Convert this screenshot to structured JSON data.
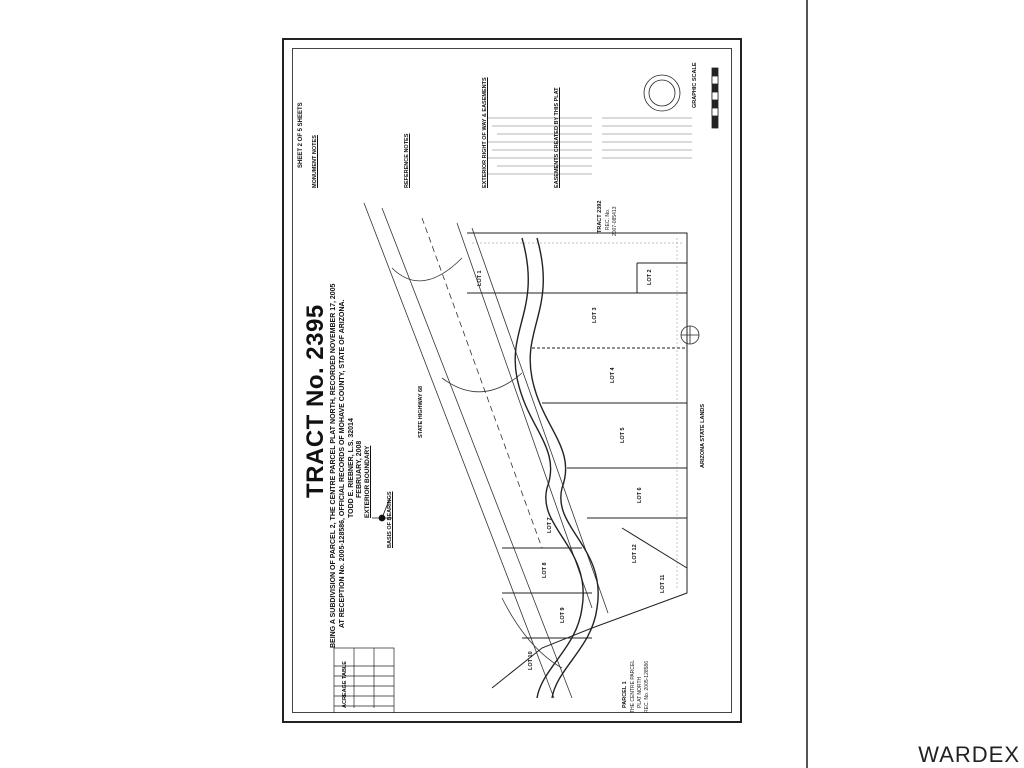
{
  "plat": {
    "title": "TRACT No. 2395",
    "subtitle_1": "BEING A SUBDIVISION OF PARCEL 2, THE CENTRE PARCEL PLAT NORTH, RECORDED NOVEMBER 17, 2005",
    "subtitle_2": "AT RECEPTION No. 2005-128586, OFFICIAL RECORDS OF MOHAVE COUNTY, STATE OF ARIZONA.",
    "subtitle_3": "TODD E. RIEBNER, L.S. 32014",
    "subtitle_4": "FEBRUARY, 2008",
    "boundary_label": "EXTERIOR BOUNDARY",
    "sheet_label": "SHEET 2 OF 5 SHEETS",
    "monument_notes_head": "MONUMENT NOTES",
    "reference_notes_head": "REFERENCE NOTES",
    "easements_head": "EXTERIOR RIGHT OF WAY & EASEMENTS",
    "easements_created_head": "EASEMENTS CREATED BY THIS PLAT",
    "basis_of_bearings": "BASIS OF BEARINGS",
    "highway_label": "STATE HIGHWAY 68",
    "state_lands_label": "ARIZONA STATE LANDS",
    "tract_2392_label": "TRACT 2392",
    "tract_2392_rec": "REC. No.",
    "tract_2392_no": "2007-085413",
    "parcel_label": "PARCEL 1",
    "parcel_sub": "THE CENTRE PARCEL",
    "parcel_sub2": "PLAT NORTH",
    "parcel_rec": "REC. No. 2005-128586",
    "acreage_title": "ACREAGE TABLE",
    "graphic_scale": "GRAPHIC SCALE",
    "lots": [
      "LOT 1",
      "LOT 2",
      "LOT 3",
      "LOT 4",
      "LOT 5",
      "LOT 6",
      "LOT 7",
      "LOT 8",
      "LOT 9",
      "LOT 10",
      "LOT 11",
      "LOT 12"
    ]
  },
  "watermark": "WARDEX"
}
